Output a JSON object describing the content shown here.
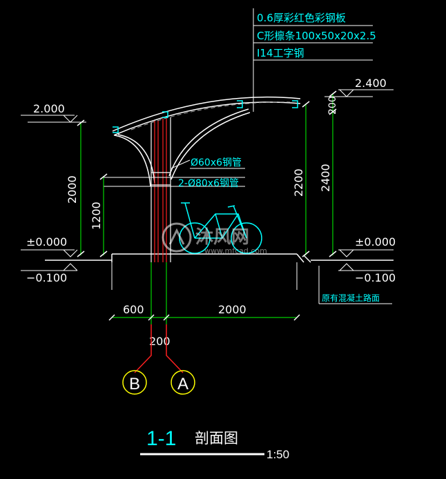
{
  "notes": {
    "line1": "0.6厚彩红色彩钢板",
    "line2": "C形檩条100x50x20x2.5",
    "line3": "I14工字钢"
  },
  "elevations": {
    "top_right": "2.400",
    "eave_left": "2.000",
    "ground_left": "±0.000",
    "ground_right": "±0.000",
    "below_left": "−0.100",
    "below_right": "−0.100"
  },
  "dims": {
    "left_height": "2000",
    "inner_height": "1200",
    "right_2200": "2200",
    "right_2400": "2400",
    "right_200": "200",
    "bottom_600": "600",
    "bottom_2000": "2000",
    "bottom_200": "200"
  },
  "labels": {
    "pipe_small": "Ø60x6钢管",
    "pipe_large": "2-Ø80x6钢管",
    "road": "原有混凝土路面"
  },
  "axes": {
    "b": "B",
    "a": "A"
  },
  "title": {
    "section": "1-1",
    "name": "剖面图",
    "scale": "1:50"
  },
  "watermark": {
    "brand": "沐风网",
    "url": "www.mfcad.com"
  },
  "colors": {
    "white": "#ffffff",
    "cyan": "#00ffff",
    "green": "#00ff00",
    "red": "#ff2020",
    "yellow": "#ffff00",
    "grey": "#9a9a9a"
  }
}
